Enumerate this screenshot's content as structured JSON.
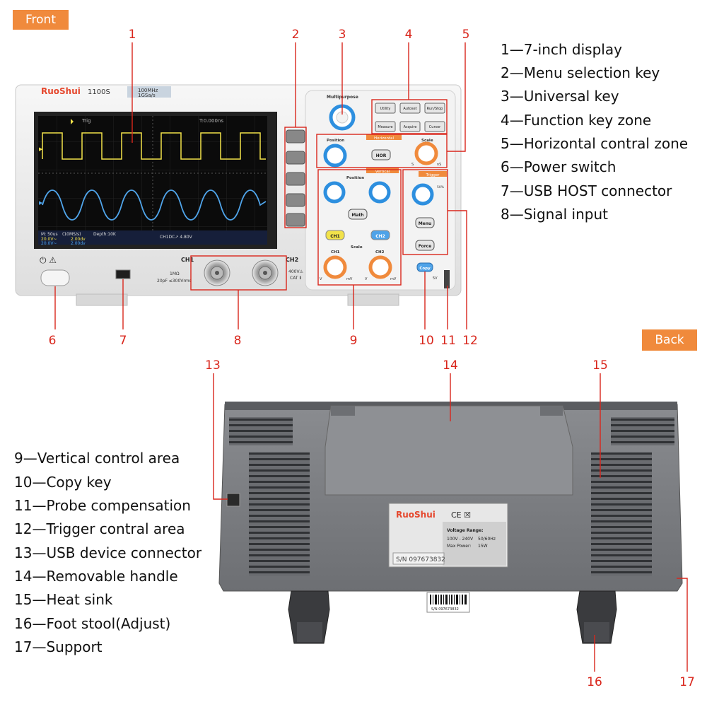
{
  "tags": {
    "front": "Front",
    "back": "Back"
  },
  "brand": {
    "name": "RuoShui",
    "model": "1100S",
    "spec_line1": "100MHz",
    "spec_line2": "1GSa/s"
  },
  "screen": {
    "trig": "Trig",
    "time_offset": "T:0.000ns",
    "status_time": "M: 50us",
    "status_rate": "(10MS/s)",
    "status_depth": "Depth:10K",
    "ch1_volts": "20.0V~",
    "ch1_div": "2.00dv",
    "ch2_volts": "20.0V~",
    "ch2_div": "2.00dv",
    "trigger_info": "CH1DC↗ 4.80V"
  },
  "panel": {
    "multipurpose": "Multipurpose",
    "utility": "Utility",
    "autoset": "Autoset",
    "runstop": "Run/Stop",
    "measure": "Measure",
    "acquire": "Acquire",
    "cursor": "Cursor",
    "horizontal": "Horizontal",
    "position": "Position",
    "scale": "Scale",
    "hor": "HOR",
    "vertical": "Vertical",
    "trigger": "Trigger",
    "math": "Math",
    "ch1": "CH1",
    "ch2": "CH2",
    "menu": "Menu",
    "force": "Force",
    "copy": "Copy",
    "unit_s": "S",
    "unit_ns": "nS",
    "unit_v": "V",
    "unit_mv": "mV",
    "trig_50": "50%"
  },
  "inputs": {
    "ch1": "CH1",
    "ch2": "CH2",
    "imp_line1": "1MΩ",
    "imp_line2": "20pF ≤300Vrms",
    "rating_line1": "400V⚠",
    "rating_line2": "CAT Ⅱ",
    "probe_5v": "5V"
  },
  "rear": {
    "brand": "RuoShui",
    "voltage_title": "Voltage Range:",
    "voltage_value": "100V - 240V",
    "freq": "50/60Hz",
    "power_label": "Max Power:",
    "power_value": "15W",
    "serial": "S/N 097673832",
    "barcode_text": "S/N 097673832"
  },
  "callouts": [
    "1",
    "2",
    "3",
    "4",
    "5",
    "6",
    "7",
    "8",
    "9",
    "10",
    "11",
    "12",
    "13",
    "14",
    "15",
    "16",
    "17"
  ],
  "legend_top": [
    "1—7-inch display",
    "2—Menu selection key",
    "3—Universal key",
    "4—Function key zone",
    "5—Horizontal contral zone",
    "6—Power switch",
    "7—USB HOST connector",
    "8—Signal input"
  ],
  "legend_bottom": [
    "9—Vertical control area",
    "10—Copy key",
    "11—Probe compensation",
    "12—Trigger contral area",
    "13—USB device connector",
    "14—Removable handle",
    "15—Heat sink",
    "16—Foot stool(Adjust)",
    "17—Support"
  ],
  "colors": {
    "accent": "#f08a3c",
    "callout": "#d9261c",
    "ch1_trace": "#f2e24a",
    "ch2_trace": "#4fa3e8",
    "knob_blue": "#2d8fdf",
    "body": "#ededed",
    "rear_body": "#7d7f83"
  }
}
